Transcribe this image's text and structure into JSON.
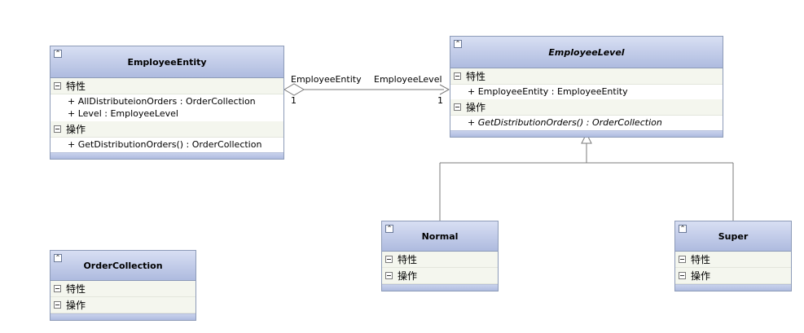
{
  "classes": {
    "employee_entity": {
      "title": "EmployeeEntity",
      "properties_label": "特性",
      "properties": [
        "+ AllDistributeionOrders : OrderCollection",
        "+ Level : EmployeeLevel"
      ],
      "operations_label": "操作",
      "operations": [
        "+ GetDistributionOrders() : OrderCollection"
      ]
    },
    "employee_level": {
      "title": "EmployeeLevel",
      "properties_label": "特性",
      "properties": [
        "+ EmployeeEntity : EmployeeEntity"
      ],
      "operations_label": "操作",
      "operations": [
        "+ GetDistributionOrders() : OrderCollection"
      ]
    },
    "order_collection": {
      "title": "OrderCollection",
      "properties_label": "特性",
      "operations_label": "操作"
    },
    "normal": {
      "title": "Normal",
      "properties_label": "特性",
      "operations_label": "操作"
    },
    "super": {
      "title": "Super",
      "properties_label": "特性",
      "operations_label": "操作"
    }
  },
  "association": {
    "source_role": "EmployeeEntity",
    "target_role": "EmployeeLevel",
    "source_multiplicity": "1",
    "target_multiplicity": "1"
  },
  "icons": {
    "collapse": "double-chevron-up-icon",
    "section_toggle": "minus-box-icon"
  },
  "colors": {
    "header_top": "#d8dff3",
    "header_bottom": "#aebbdf",
    "border": "#8d9bb8",
    "connector": "#7b7b7b"
  }
}
